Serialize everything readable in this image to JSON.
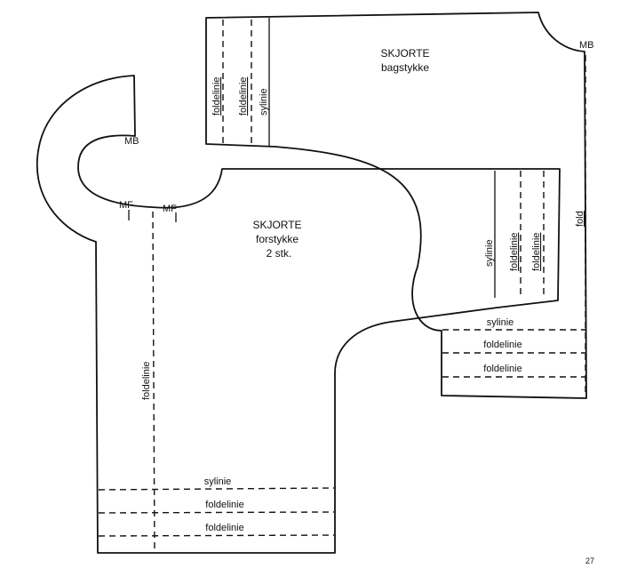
{
  "back_piece": {
    "title": "SKJORTE",
    "subtitle": "bagstykke",
    "mark_shoulder": "MB",
    "left_lines": [
      "foldelinie",
      "foldelinie",
      "sylinie"
    ],
    "sleeve_lines": [
      "sylinie",
      "foldelinie",
      "foldelinie"
    ],
    "fold_label": "fold",
    "hem_lines": [
      "sylinie",
      "foldelinie",
      "foldelinie"
    ]
  },
  "front_piece": {
    "title": "SKJORTE",
    "subtitle": "forstykke",
    "quantity": "2 stk.",
    "mark_neck": "MB",
    "mark_front_1": "MF",
    "mark_front_2": "MF",
    "center_line": "foldelinie",
    "hem_lines": [
      "sylinie",
      "foldelinie",
      "foldelinie"
    ]
  },
  "page_number": "27"
}
